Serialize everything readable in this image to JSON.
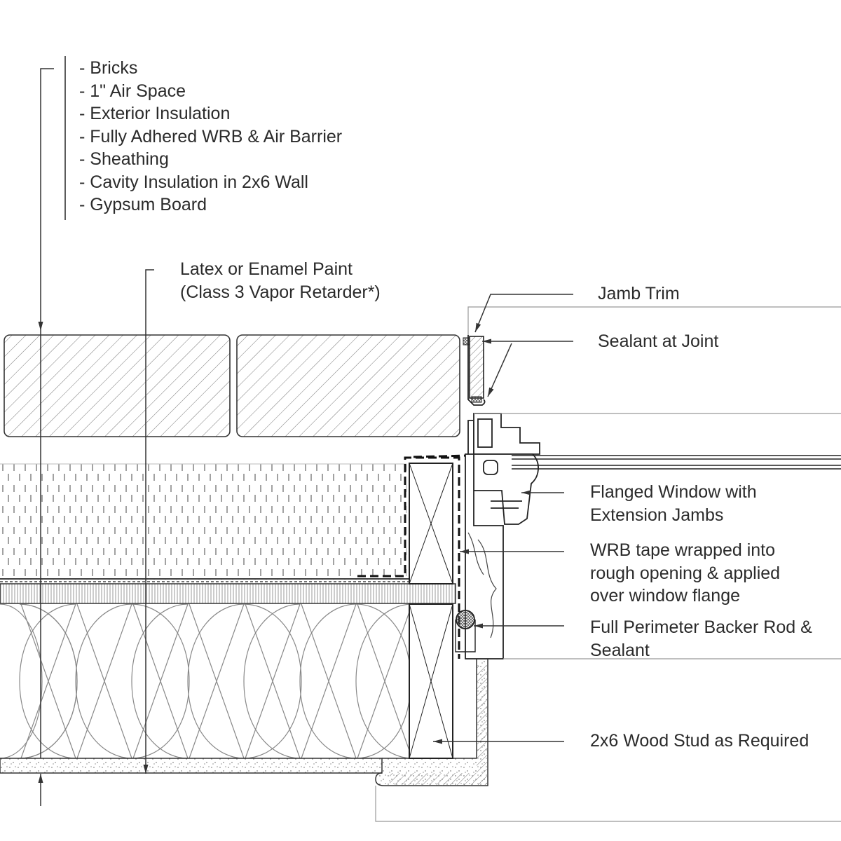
{
  "wall_assembly": {
    "layers": [
      "- Bricks",
      "- 1\" Air Space",
      "- Exterior Insulation",
      "- Fully Adhered WRB & Air Barrier",
      "- Sheathing",
      "- Cavity Insulation in 2x6 Wall",
      "- Gypsum Board"
    ]
  },
  "callouts": {
    "paint_line1": "Latex or Enamel Paint",
    "paint_line2": "(Class 3 Vapor Retarder*)",
    "jamb_trim": "Jamb Trim",
    "sealant": "Sealant at Joint",
    "window_line1": "Flanged Window with",
    "window_line2": "Extension Jambs",
    "wrb_line1": "WRB tape wrapped into",
    "wrb_line2": "rough opening & applied",
    "wrb_line3": "over window flange",
    "backer_line1": "Full Perimeter Backer Rod &",
    "backer_line2": "Sealant",
    "stud": "2x6 Wood Stud as Required"
  }
}
